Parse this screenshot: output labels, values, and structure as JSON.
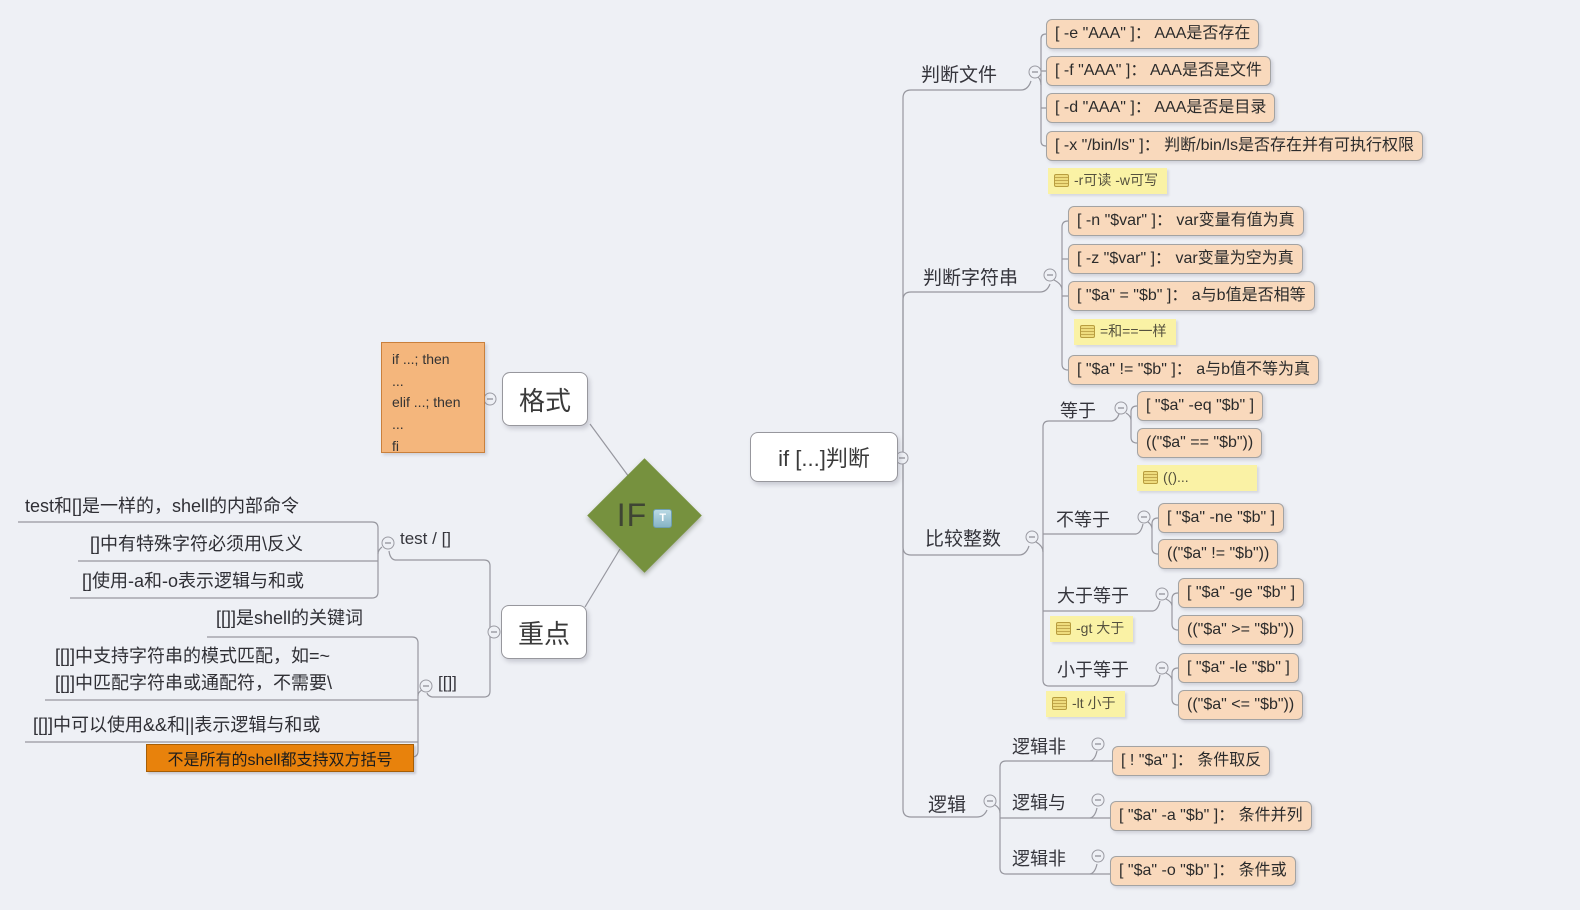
{
  "center": {
    "label": "IF",
    "marker": "T"
  },
  "main": {
    "label": "if [...]判断"
  },
  "file": {
    "label": "判断文件",
    "items": [
      "[ -e \"AAA\" ]： AAA是否存在",
      "[ -f \"AAA\" ]： AAA是否是文件",
      "[ -d \"AAA\" ]： AAA是否是目录",
      "[ -x \"/bin/ls\" ]： 判断/bin/ls是否存在并有可执行权限"
    ],
    "note": "-r可读 -w可写"
  },
  "string": {
    "label": "判断字符串",
    "items": [
      "[ -n \"$var\" ]： var变量有值为真",
      "[ -z \"$var\" ]： var变量为空为真",
      "[ \"$a\" = \"$b\" ]： a与b值是否相等",
      "[ \"$a\" != \"$b\" ]： a与b值不等为真"
    ],
    "note": "=和==一样"
  },
  "int": {
    "label": "比较整数",
    "eq": {
      "label": "等于",
      "items": [
        "[ \"$a\" -eq \"$b\" ]",
        "((\"$a\" == \"$b\"))"
      ],
      "note": "(()..."
    },
    "ne": {
      "label": "不等于",
      "items": [
        "[ \"$a\" -ne \"$b\" ]",
        "((\"$a\" != \"$b\"))"
      ]
    },
    "ge": {
      "label": "大于等于",
      "items": [
        "[ \"$a\" -ge \"$b\" ]",
        "((\"$a\" >= \"$b\"))"
      ],
      "note": "-gt 大于"
    },
    "le": {
      "label": "小于等于",
      "items": [
        "[ \"$a\" -le \"$b\" ]",
        "((\"$a\" <= \"$b\"))"
      ],
      "note": "-lt 小于"
    }
  },
  "logic": {
    "label": "逻辑",
    "not1": {
      "label": "逻辑非",
      "item": "[ ! \"$a\" ]： 条件取反"
    },
    "and": {
      "label": "逻辑与",
      "item": "[ \"$a\" -a \"$b\" ]： 条件并列"
    },
    "not2": {
      "label": "逻辑非",
      "item": "[ \"$a\" -o \"$b\" ]： 条件或"
    }
  },
  "format": {
    "label": "格式",
    "code": "if ...; then\n...\nelif ...; then\n...\nfi"
  },
  "key": {
    "label": "重点",
    "test": {
      "label": "test / []",
      "items": [
        "test和[]是一样的，shell的内部命令",
        "[]中有特殊字符必须用\\反义",
        "[]使用-a和-o表示逻辑与和或"
      ]
    },
    "dbl": {
      "label": "[[]]",
      "items": [
        "[[]]是shell的关键词",
        "[[]]中支持字符串的模式匹配，如=~\n[[]]中匹配字符串或通配符，不需要\\",
        "[[]]中可以使用&&和||表示逻辑与和或"
      ],
      "warning": "不是所有的shell都支持双方括号"
    }
  },
  "colors": {
    "background": "#eef0f5",
    "diamond": "#76913e",
    "leaf": "#f9d9bc",
    "note": "#faf2a5",
    "warning": "#e8820c",
    "code": "#f4b67c"
  }
}
